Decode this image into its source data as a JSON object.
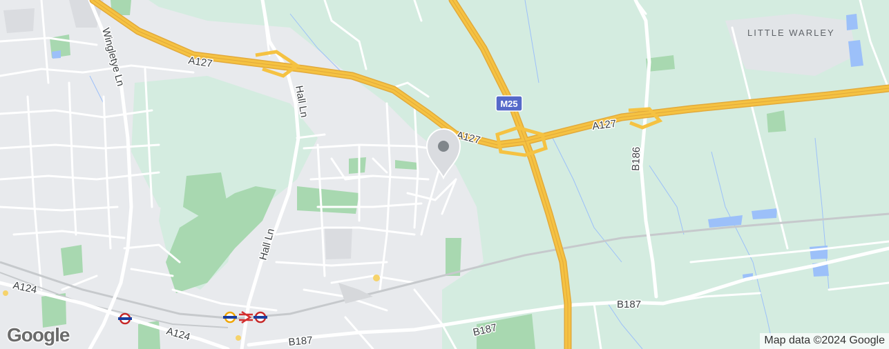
{
  "map": {
    "place_labels": {
      "little_warley": "LITTLE WARLEY"
    },
    "road_labels": {
      "a127_west": "A127",
      "a127_mid": "A127",
      "a127_east": "A127",
      "m25": "M25",
      "hall_ln_north": "Hall Ln",
      "hall_ln_south": "Hall Ln",
      "wingletye_ln": "Wingletye Ln",
      "b186": "B186",
      "b187_east": "B187",
      "b187_mid": "B187",
      "b187_west": "B187",
      "a124_west": "A124",
      "a124_south": "A124"
    },
    "logo_text": "Google",
    "attribution": "Map data ©2024 Google",
    "colors": {
      "urban": "#e8eaed",
      "green_area": "#cfe8d9",
      "park": "#a8d8b0",
      "water": "#9cc0f9",
      "motorway": "#f5c242",
      "motorway_casing": "#e2a93a",
      "m25_shield": "#5569c9",
      "marker": "#9aa0a6"
    },
    "marker": {
      "name": "location-pin",
      "icon": "map-pin-icon"
    },
    "stations": [
      "underground-icon",
      "underground-icon",
      "rail-icon",
      "underground-icon"
    ]
  }
}
